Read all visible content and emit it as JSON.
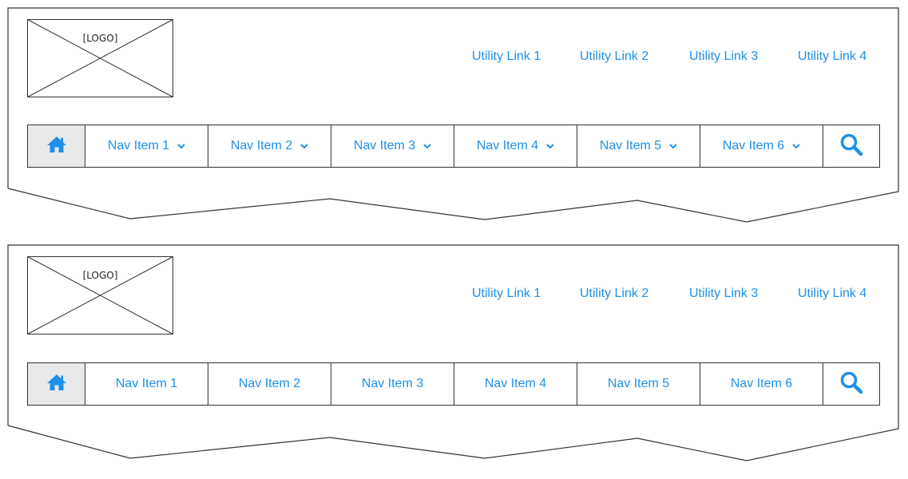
{
  "accent_color": "#1e90e8",
  "variants": [
    {
      "logo_label": "[LOGO]",
      "utility_links": [
        "Utility Link 1",
        "Utility Link 2",
        "Utility Link 3",
        "Utility Link 4"
      ],
      "home_icon": "home-icon",
      "search_icon": "search-icon",
      "nav_items": [
        {
          "label": "Nav Item 1",
          "has_dropdown": true
        },
        {
          "label": "Nav Item 2",
          "has_dropdown": true
        },
        {
          "label": "Nav Item 3",
          "has_dropdown": true
        },
        {
          "label": "Nav Item 4",
          "has_dropdown": true
        },
        {
          "label": "Nav Item 5",
          "has_dropdown": true
        },
        {
          "label": "Nav Item 6",
          "has_dropdown": true
        }
      ]
    },
    {
      "logo_label": "[LOGO]",
      "utility_links": [
        "Utility Link 1",
        "Utility Link 2",
        "Utility Link 3",
        "Utility Link 4"
      ],
      "home_icon": "home-icon",
      "search_icon": "search-icon",
      "nav_items": [
        {
          "label": "Nav Item 1",
          "has_dropdown": false
        },
        {
          "label": "Nav Item 2",
          "has_dropdown": false
        },
        {
          "label": "Nav Item 3",
          "has_dropdown": false
        },
        {
          "label": "Nav Item 4",
          "has_dropdown": false
        },
        {
          "label": "Nav Item 5",
          "has_dropdown": false
        },
        {
          "label": "Nav Item 6",
          "has_dropdown": false
        }
      ]
    }
  ]
}
